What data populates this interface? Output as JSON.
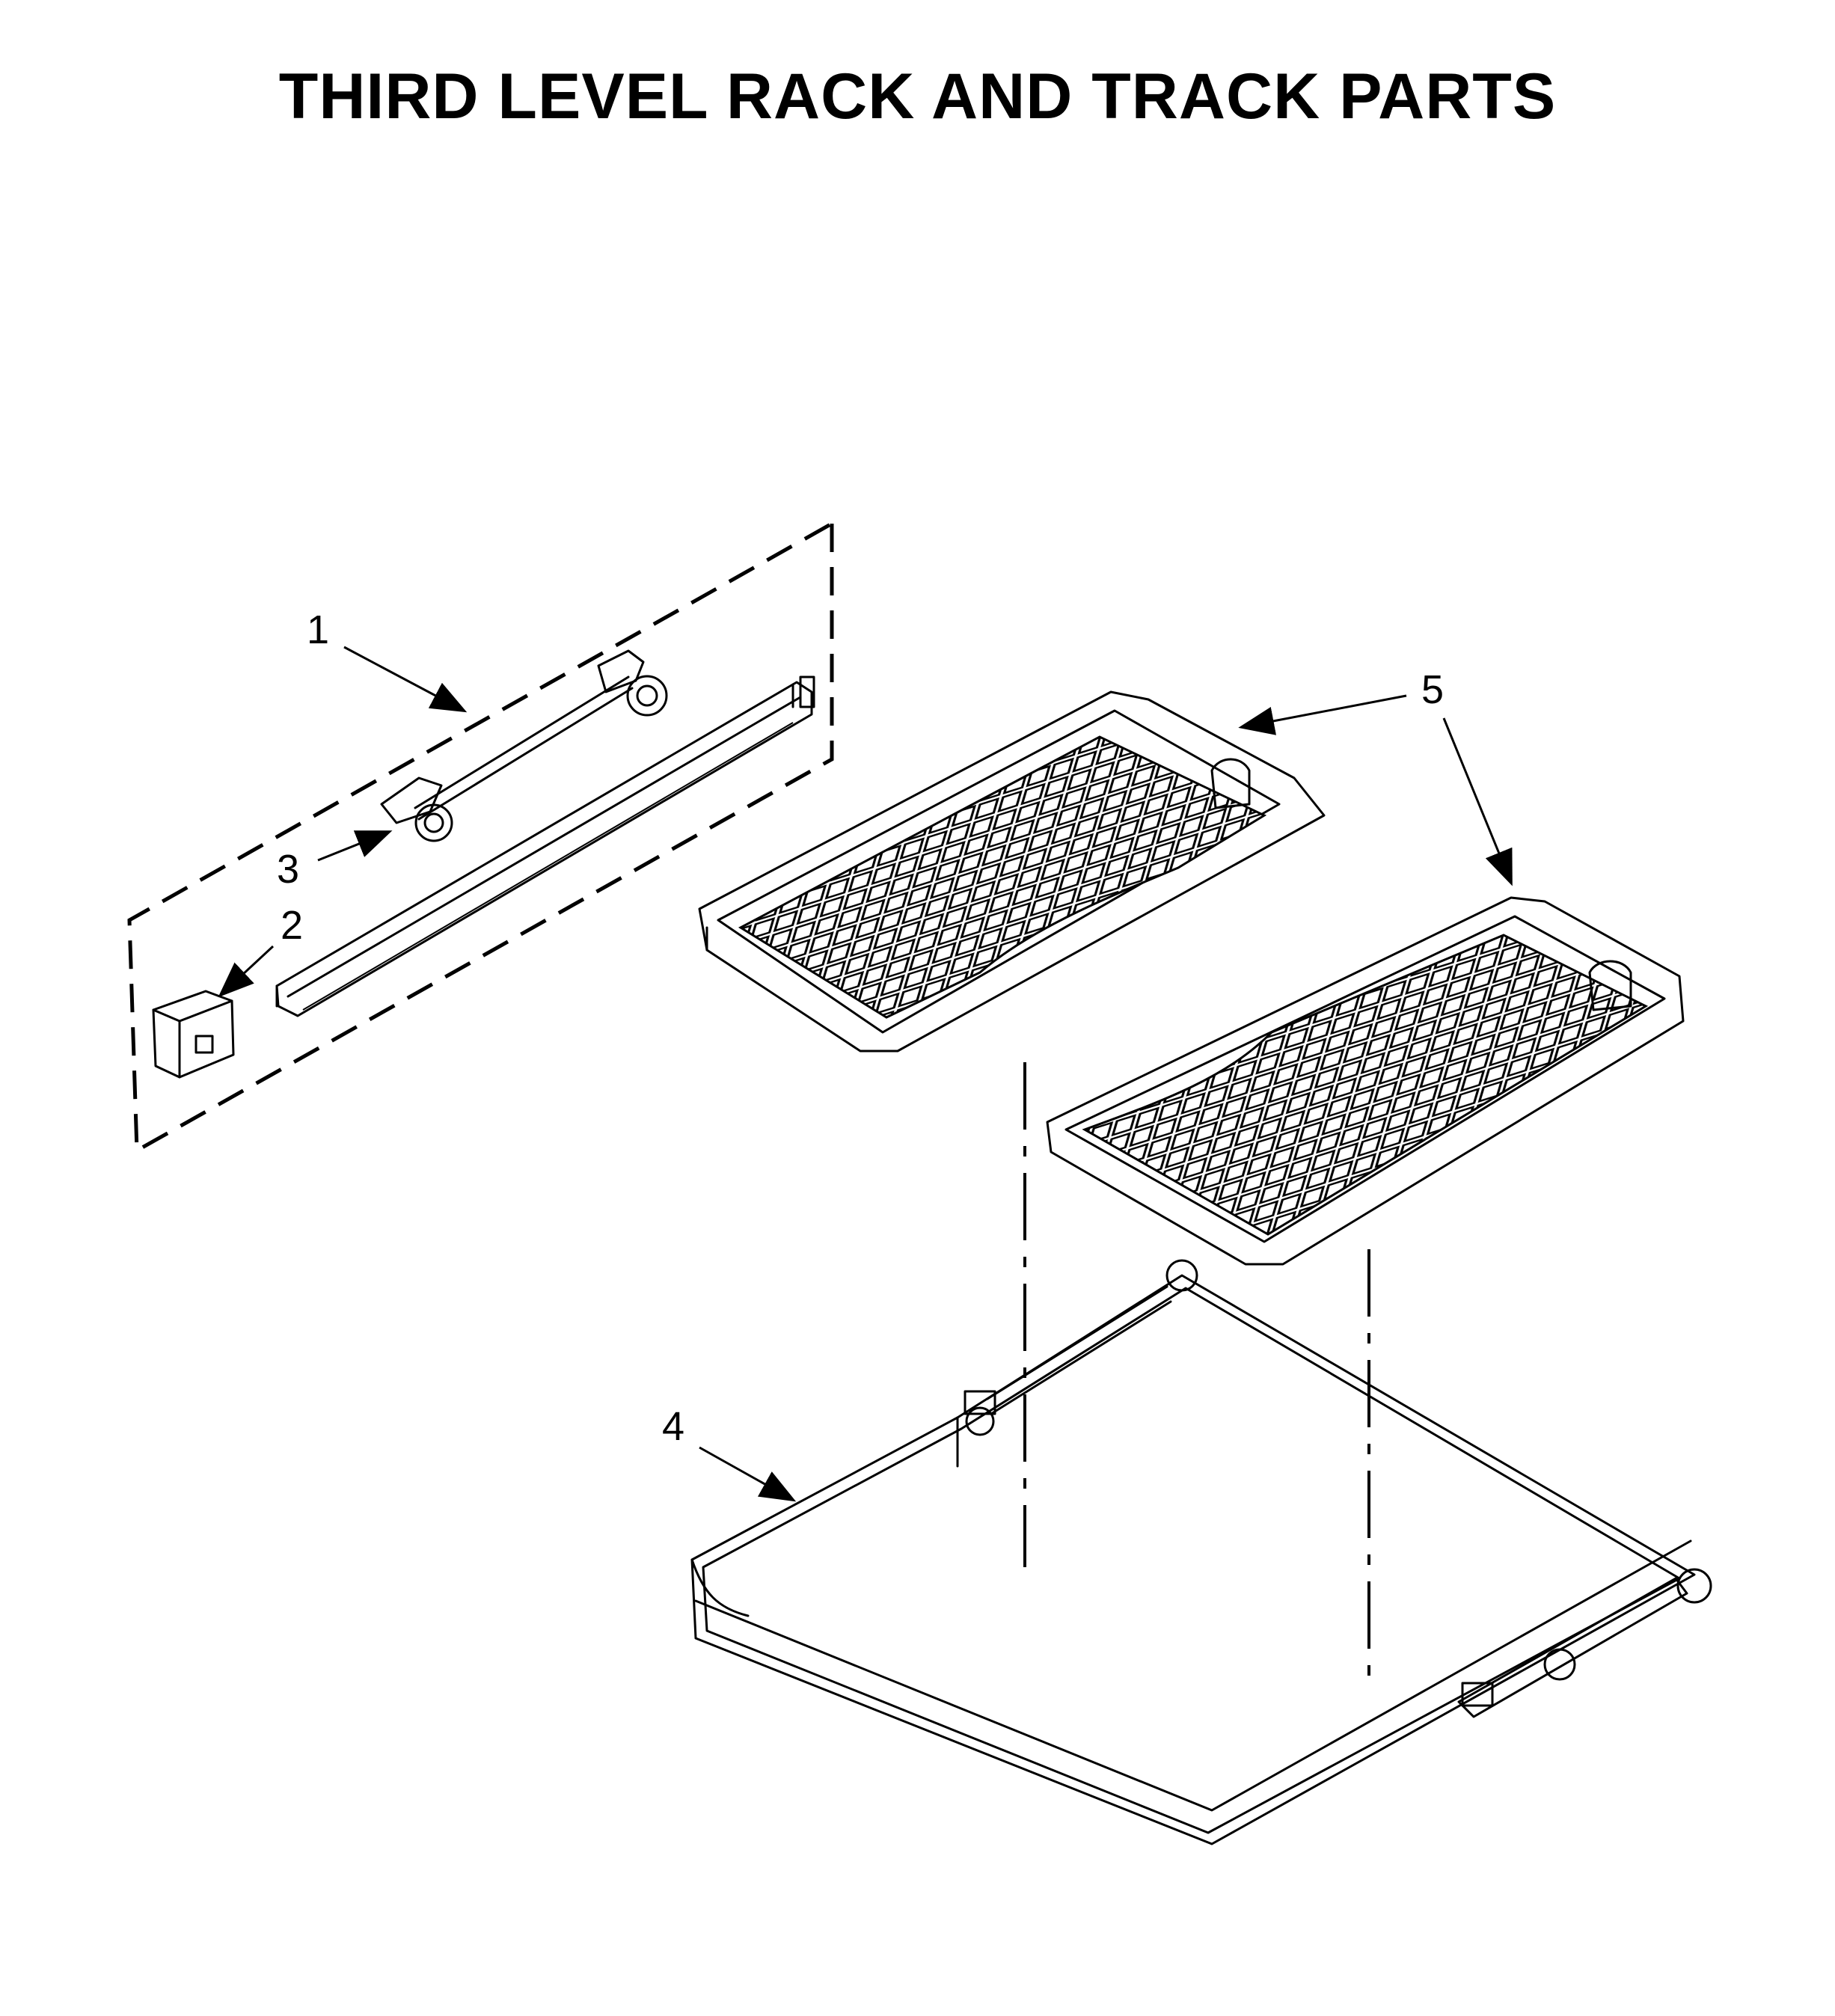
{
  "page": {
    "title": "THIRD LEVEL RACK AND TRACK PARTS"
  },
  "callouts": {
    "c1": "1",
    "c2": "2",
    "c3": "3",
    "c4": "4",
    "c5": "5"
  }
}
